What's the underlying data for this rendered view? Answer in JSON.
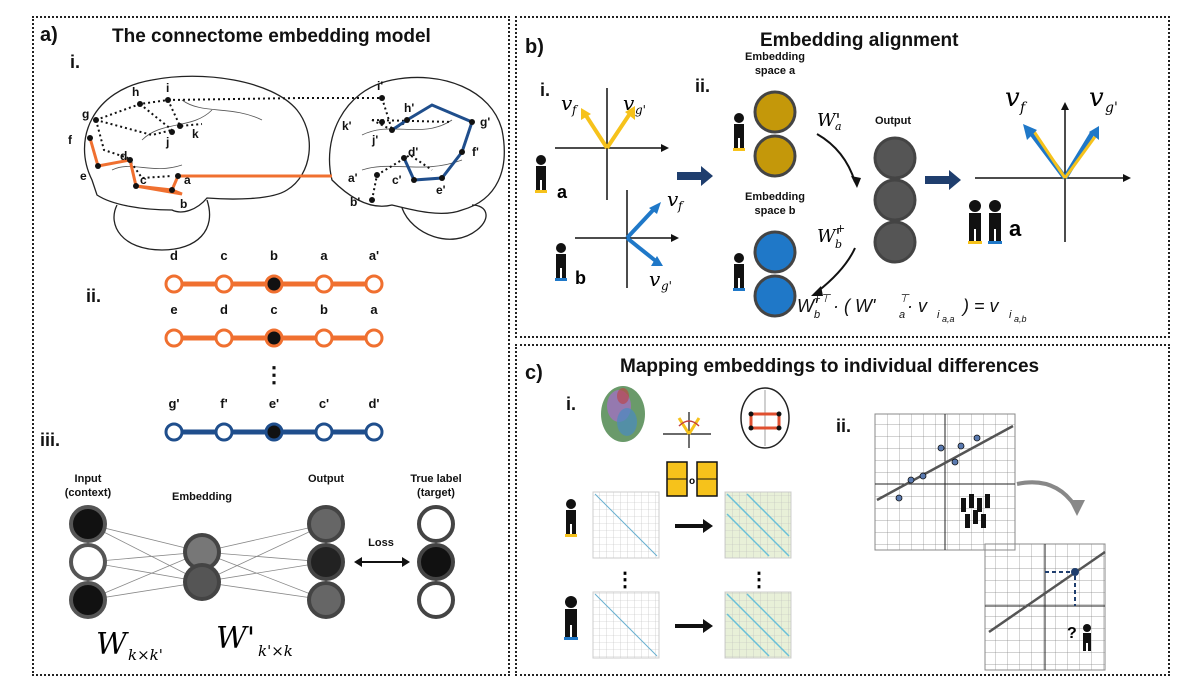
{
  "panel_a": {
    "label": "a)",
    "title": "The connectome embedding model",
    "sub_i": "i.",
    "sub_ii": "ii.",
    "sub_iii": "iii.",
    "left_nodes": [
      "h",
      "i",
      "g",
      "k",
      "j",
      "f",
      "d",
      "c",
      "a",
      "e",
      "b"
    ],
    "right_nodes": [
      "i'",
      "h'",
      "k'",
      "j'",
      "g'",
      "f'",
      "d'",
      "a'",
      "c'",
      "e'",
      "b'"
    ],
    "walk1": [
      "d",
      "c",
      "b",
      "a",
      "a'"
    ],
    "walk2": [
      "e",
      "d",
      "c",
      "b",
      "a"
    ],
    "walk3": [
      "g'",
      "f'",
      "e'",
      "c'",
      "d'"
    ],
    "ellipsis": "⋮",
    "nn_input": "Input",
    "nn_input2": "(context)",
    "nn_embedding": "Embedding",
    "nn_output": "Output",
    "nn_true1": "True label",
    "nn_true2": "(target)",
    "nn_loss": "Loss",
    "w1_main": "W",
    "w1_sub": "k×k'",
    "w2_main": "W'",
    "w2_sub": "k'×k",
    "colors": {
      "orange": "#f07030",
      "blue": "#1f4e8c"
    }
  },
  "panel_b": {
    "label": "b)",
    "title": "Embedding alignment",
    "sub_i": "i.",
    "sub_ii": "ii.",
    "vf": "v",
    "vf_sub": "f",
    "vg": "v",
    "vg_sub": "g'",
    "subj_a": "a",
    "subj_b": "b",
    "space_a1": "Embedding",
    "space_a2": "space a",
    "space_b1": "Embedding",
    "space_b2": "space b",
    "output": "Output",
    "wa": "W'",
    "wa_sub": "a",
    "wb": "W'",
    "wb_sup": "+",
    "wb_sub": "b",
    "eq_left": "W'",
    "eq_left_sup": "+⊤",
    "eq_left_sub": "b",
    "eq_mid": " · ( W'",
    "eq_mid_sup": "⊤",
    "eq_mid_sub": "a",
    "eq_dot": " · v",
    "eq_v_sub": "i",
    "eq_v_subsub": "a,a",
    "eq_end": ") = v",
    "eq_r_sub": "i",
    "eq_r_subsub": "a,b",
    "colors": {
      "gold": "#f6c21b",
      "blue": "#1f78c8",
      "dark_gold": "#c4980a"
    }
  },
  "panel_c": {
    "label": "c)",
    "title": "Mapping embeddings to individual differences",
    "sub_i": "i.",
    "sub_ii": "ii.",
    "circle_o": "o",
    "ellipsis": "⋮",
    "question": "?"
  }
}
